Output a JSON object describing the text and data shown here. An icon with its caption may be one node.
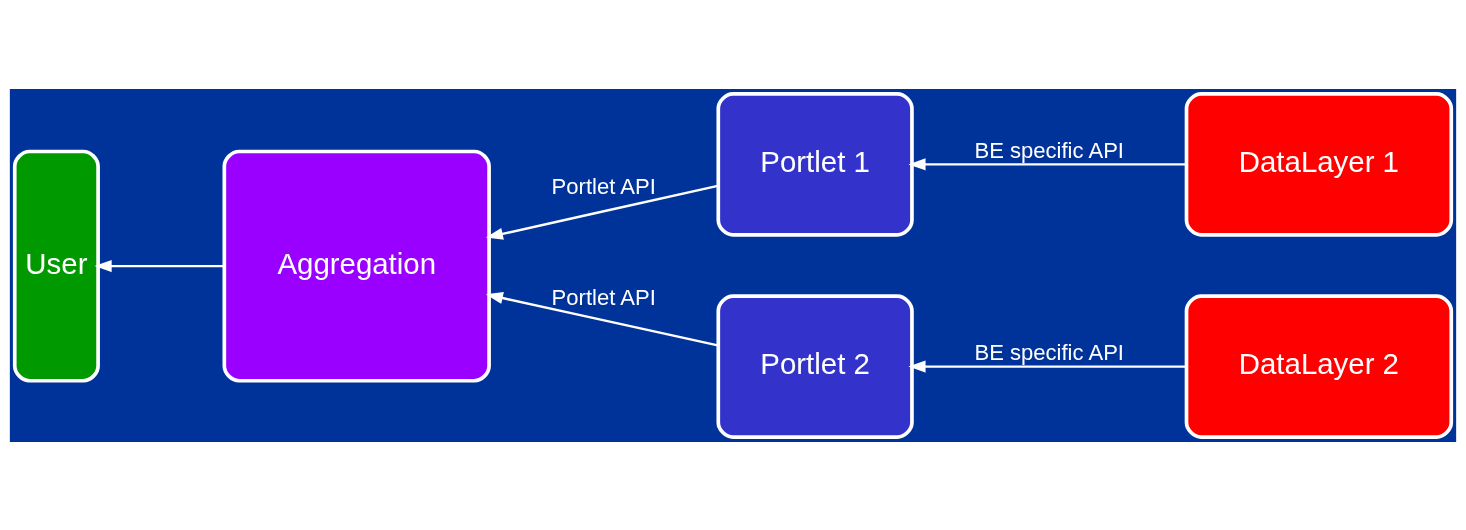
{
  "diagram": {
    "nodes": [
      {
        "text": [
          "User"
        ]
      },
      {
        "text": [
          "Aggregation"
        ]
      },
      {
        "text": [
          "Portlet 1"
        ]
      },
      {
        "text": [
          "Portlet 2"
        ]
      },
      {
        "text": [
          "DataLayer 1"
        ]
      },
      {
        "text": [
          "DataLayer 2"
        ]
      }
    ],
    "edges": [
      {
        "from": 1,
        "to": 0,
        "arrow": "to"
      },
      {
        "from": 2,
        "to": 1,
        "arrow": "to",
        "label": "Portlet API"
      },
      {
        "from": 3,
        "to": 1,
        "arrow": "to",
        "label": "Portlet API"
      },
      {
        "from": 4,
        "to": 2,
        "arrow": "to",
        "label": "BE specific API"
      },
      {
        "from": 5,
        "to": 3,
        "arrow": "to",
        "label": "BE specific API"
      }
    ]
  }
}
